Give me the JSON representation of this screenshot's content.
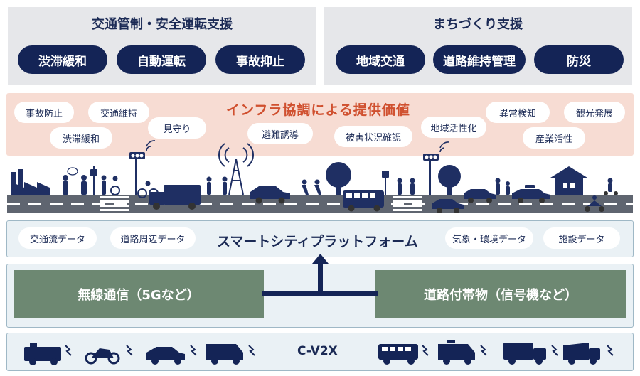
{
  "top_left": {
    "title": "交通管制・安全運転支援",
    "pills": [
      "渋滞緩和",
      "自動運転",
      "事故抑止"
    ]
  },
  "top_right": {
    "title": "まちづくり支援",
    "pills": [
      "地域交通",
      "道路維持管理",
      "防災"
    ]
  },
  "infra": {
    "title": "インフラ協調による提供価値",
    "bubbles": [
      "事故防止",
      "交通維持",
      "渋滞緩和",
      "見守り",
      "避難誘導",
      "被害状況確認",
      "地域活性化",
      "異常検知",
      "観光発展",
      "産業活性"
    ]
  },
  "platform": {
    "title": "スマートシティプラットフォーム",
    "data_items": [
      "交通流データ",
      "道路周辺データ",
      "気象・環境データ",
      "施設データ"
    ]
  },
  "comm": {
    "left": "無線通信（5Gなど）",
    "right": "道路付帯物（信号機など）"
  },
  "cv2x": {
    "label": "C-V2X"
  },
  "colors": {
    "navy": "#142456",
    "infra_bg": "#f7dcd3",
    "infra_title": "#d0502f",
    "green_box": "#6d8872",
    "panel_bg": "#e6e7ea"
  }
}
